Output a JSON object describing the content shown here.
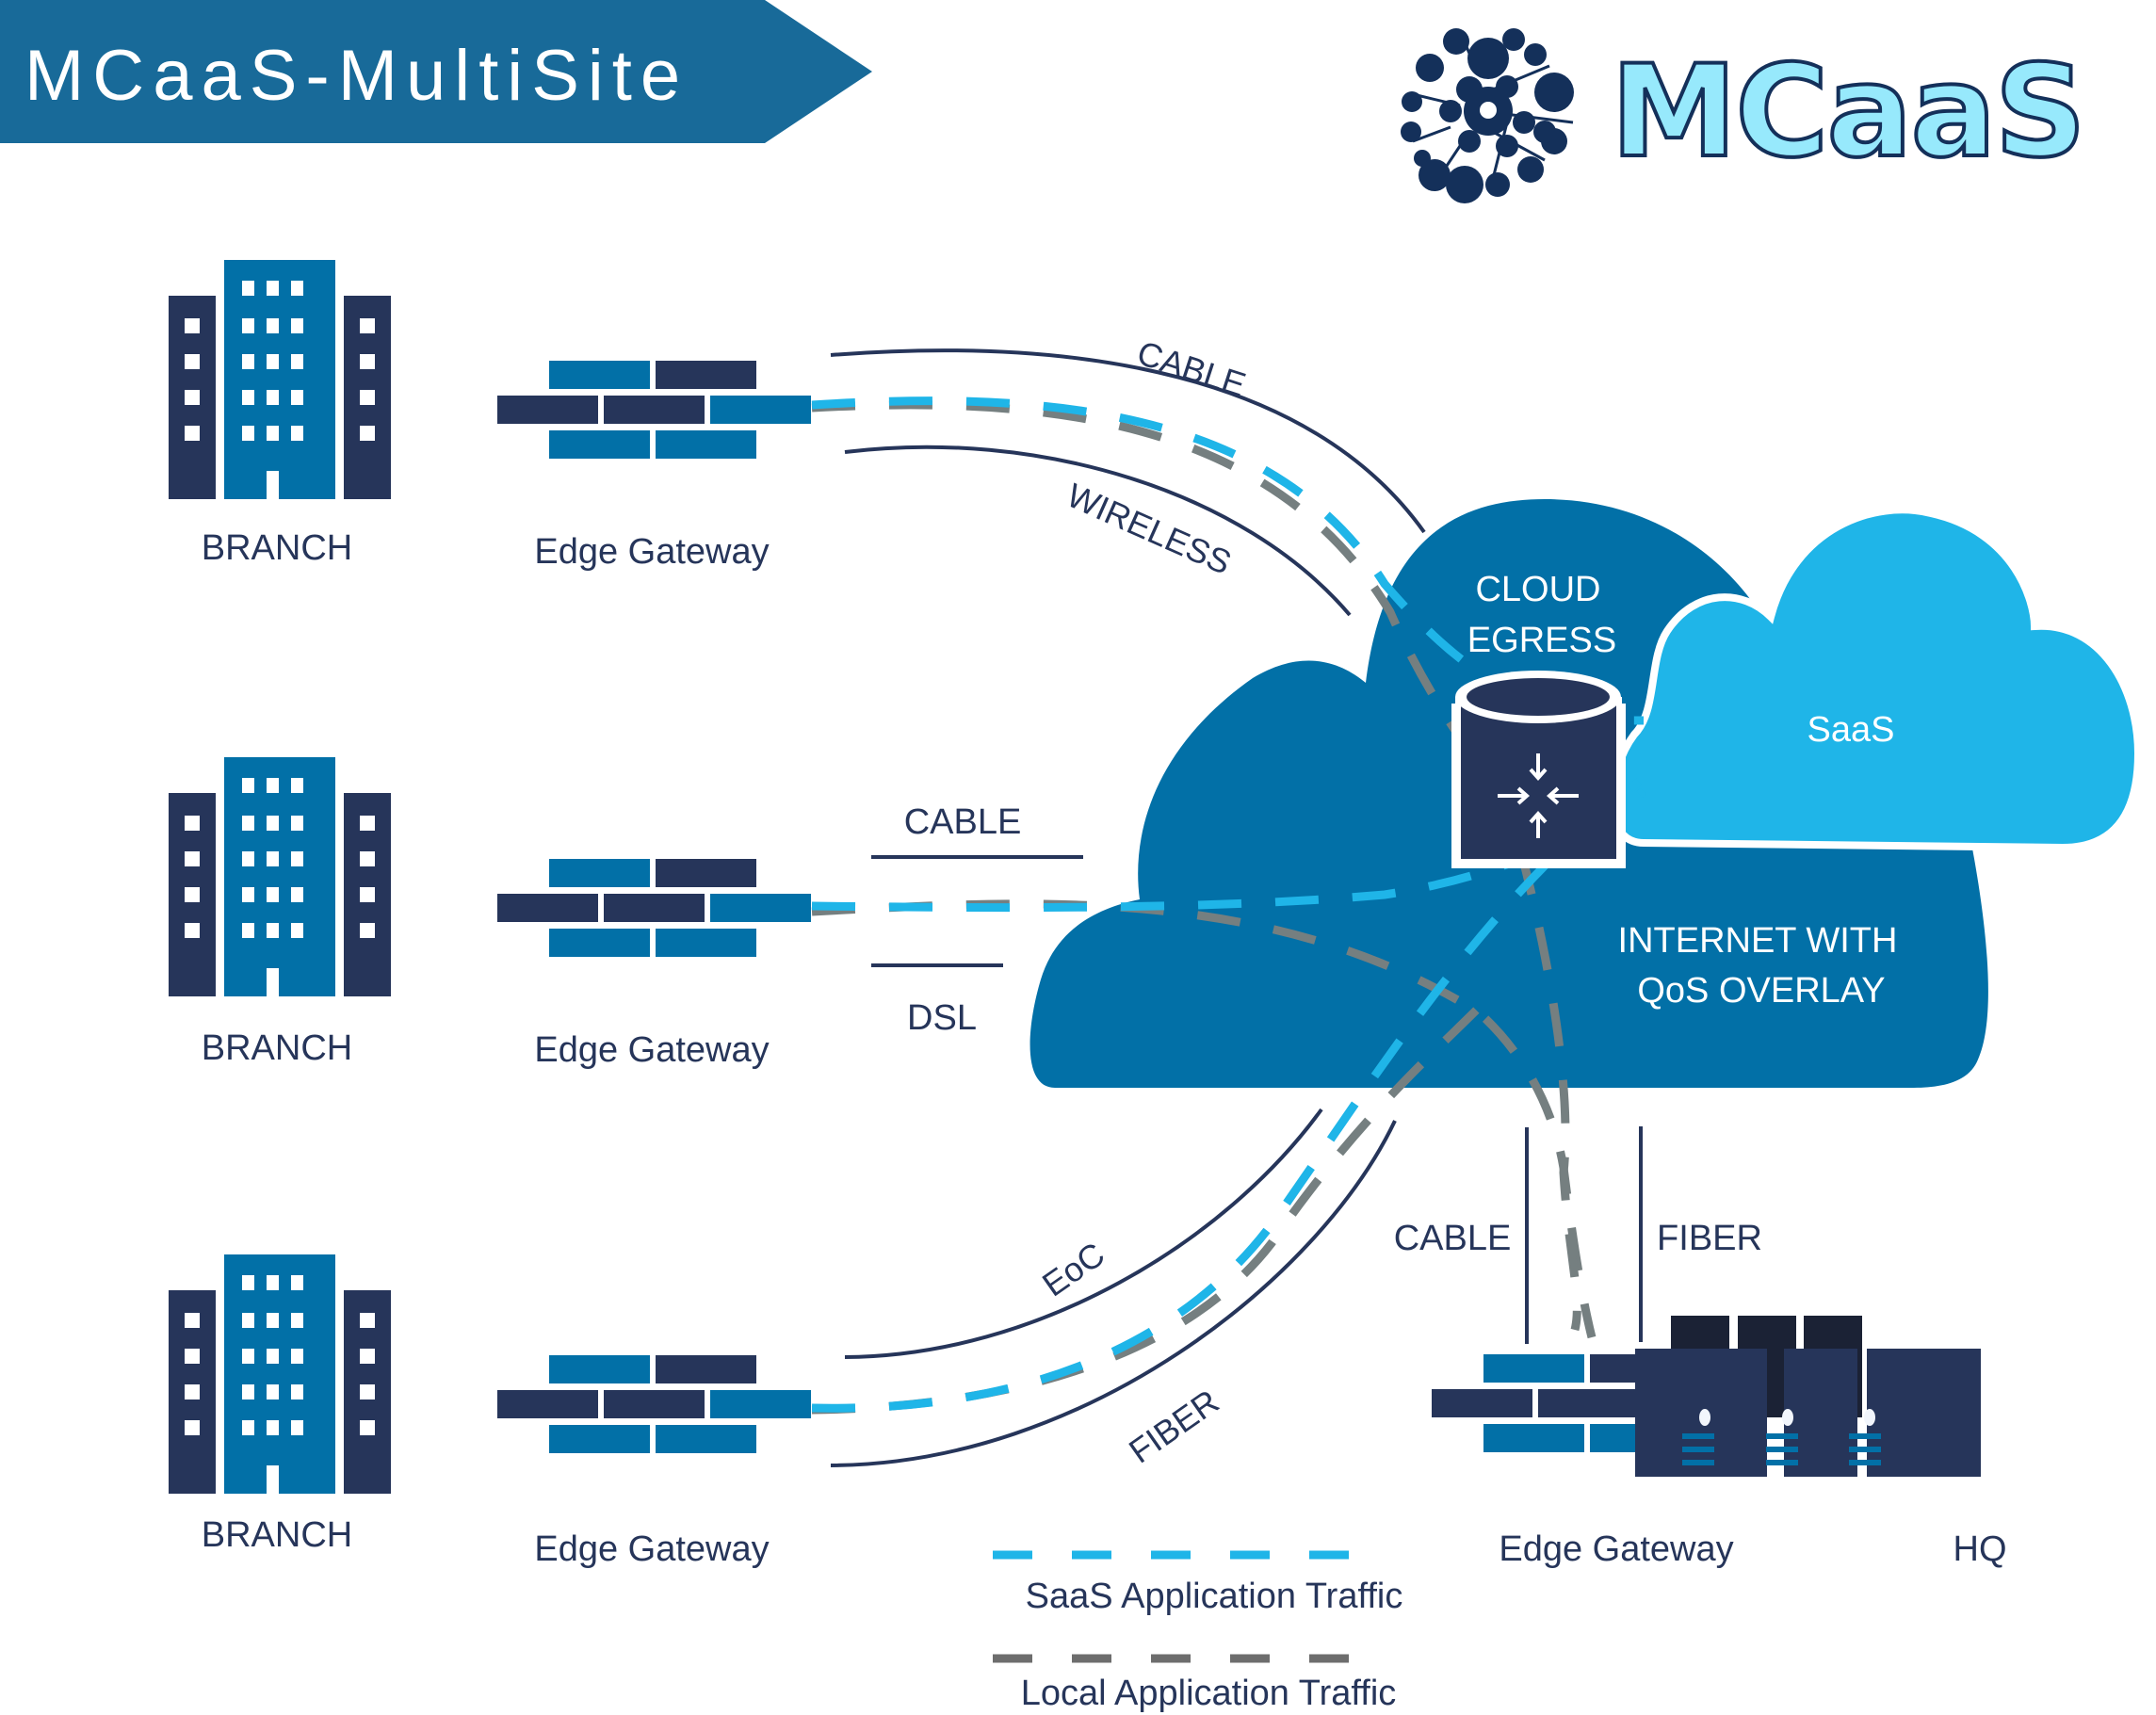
{
  "banner": {
    "title": "MCaaS-MultiSite"
  },
  "logo": {
    "text": "MCaaS",
    "icon": "network-nodes-icon"
  },
  "colors": {
    "banner": "#186a99",
    "navy": "#26355a",
    "blue": "#0270a7",
    "cyan": "#1fb5e8",
    "gray": "#757f80",
    "logo_fill": "#97e9fc",
    "logo_outline": "#14305a"
  },
  "sites": [
    {
      "building_label": "BRANCH",
      "gateway_label": "Edge Gateway",
      "links": [
        "CABLE",
        "WIRELESS"
      ]
    },
    {
      "building_label": "BRANCH",
      "gateway_label": "Edge Gateway",
      "links": [
        "CABLE",
        "DSL"
      ]
    },
    {
      "building_label": "BRANCH",
      "gateway_label": "Edge Gateway",
      "links": [
        "EoC",
        "FIBER"
      ]
    }
  ],
  "cloud": {
    "egress_label_line1": "CLOUD",
    "egress_label_line2": "EGRESS",
    "internet_label_line1": "INTERNET WITH",
    "internet_label_line2": "QoS OVERLAY",
    "saas_label": "SaaS"
  },
  "hq": {
    "gateway_label": "Edge Gateway",
    "label": "HQ",
    "links": [
      "CABLE",
      "FIBER"
    ]
  },
  "legend": {
    "items": [
      {
        "label": "SaaS Application Traffic",
        "color": "#1fb5e8"
      },
      {
        "label": "Local Application Traffic",
        "color": "#757f80"
      }
    ]
  }
}
